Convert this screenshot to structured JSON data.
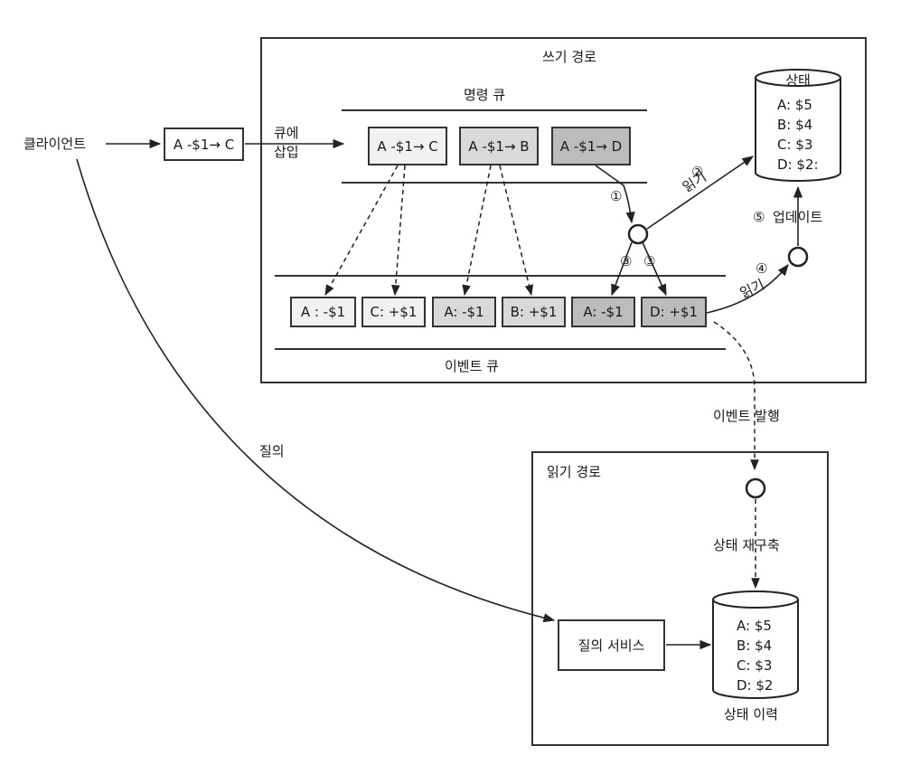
{
  "client_label": "클라이언트",
  "client_command": "A -$1→ C",
  "enqueue_label": [
    "큐에",
    "삽입"
  ],
  "write_path": {
    "title": "쓰기 경로",
    "command_queue_label": "명령 큐",
    "commands": [
      "A -$1→ C",
      "A -$1→ B",
      "A -$1→ D"
    ],
    "events": [
      "A : -$1",
      "C: +$1",
      "A: -$1",
      "B: +$1",
      "A: -$1",
      "D: +$1"
    ],
    "event_queue_label": "이벤트 큐",
    "state": {
      "label": "상태",
      "rows": [
        "A: $5",
        "B: $4",
        "C: $3",
        "D: $2:"
      ]
    },
    "step1": "①",
    "step2": "②",
    "step2_label": "읽기",
    "step3a": "③",
    "step3b": "③",
    "step4": "④",
    "step4_label": "읽기",
    "step5": "⑤",
    "step5_label": "업데이트"
  },
  "publish_label": "이벤트 발행",
  "query_label": "질의",
  "read_path": {
    "title": "읽기 경로",
    "rebuild_label": "상태 재구축",
    "query_service": "질의 서비스",
    "history": {
      "label": "상태 이력",
      "rows": [
        "A: $5",
        "B: $4",
        "C: $3",
        "D: $2"
      ]
    }
  }
}
